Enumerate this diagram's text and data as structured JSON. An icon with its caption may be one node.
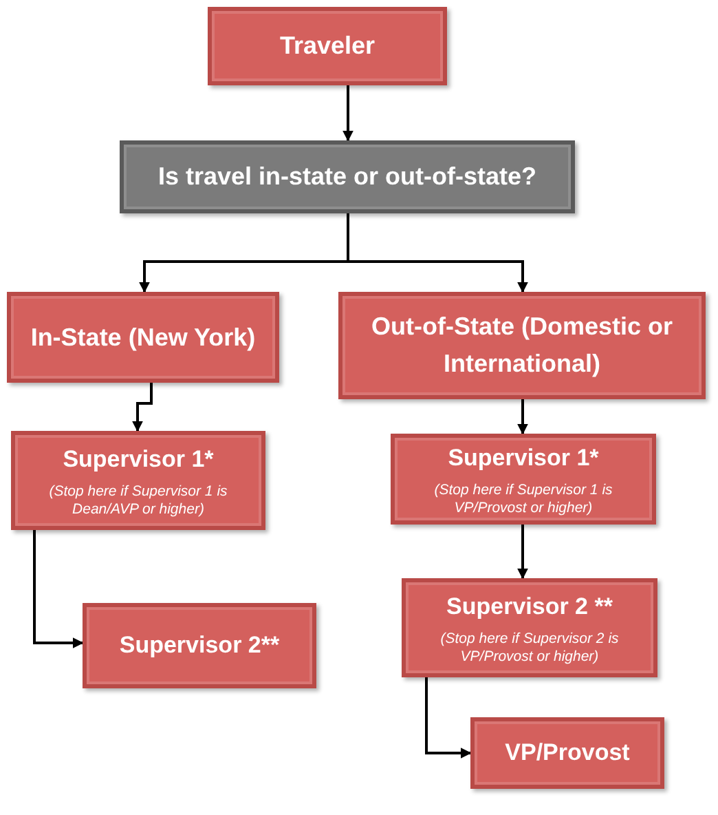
{
  "diagram": {
    "nodes": [
      {
        "text": [
          "Traveler"
        ]
      },
      {
        "text": [
          "Is travel in-state or out-of-state?"
        ]
      },
      {
        "text": [
          "In-State (New York)"
        ]
      },
      {
        "text": [
          "Out-of-State (Domestic or International)"
        ]
      },
      {
        "text": [
          "Supervisor 1*",
          "(Stop here if Supervisor 1 is Dean/AVP or higher)"
        ]
      },
      {
        "text": [
          "Supervisor 2**"
        ]
      },
      {
        "text": [
          "Supervisor 1*",
          "(Stop here if Supervisor 1 is VP/Provost or higher)"
        ]
      },
      {
        "text": [
          "Supervisor 2 **",
          "(Stop here if Supervisor 2 is VP/Provost or higher)"
        ]
      },
      {
        "text": [
          "VP/Provost"
        ]
      }
    ],
    "edges": [
      {
        "from": 0,
        "to": 1,
        "arrow": "to"
      },
      {
        "from": 1,
        "to": 2,
        "arrow": "to"
      },
      {
        "from": 1,
        "to": 3,
        "arrow": "to"
      },
      {
        "from": 2,
        "to": 4,
        "arrow": "to"
      },
      {
        "from": 3,
        "to": 6,
        "arrow": "to"
      },
      {
        "from": 4,
        "to": 5,
        "arrow": "to"
      },
      {
        "from": 6,
        "to": 7,
        "arrow": "to"
      },
      {
        "from": 7,
        "to": 8,
        "arrow": "to"
      }
    ]
  }
}
